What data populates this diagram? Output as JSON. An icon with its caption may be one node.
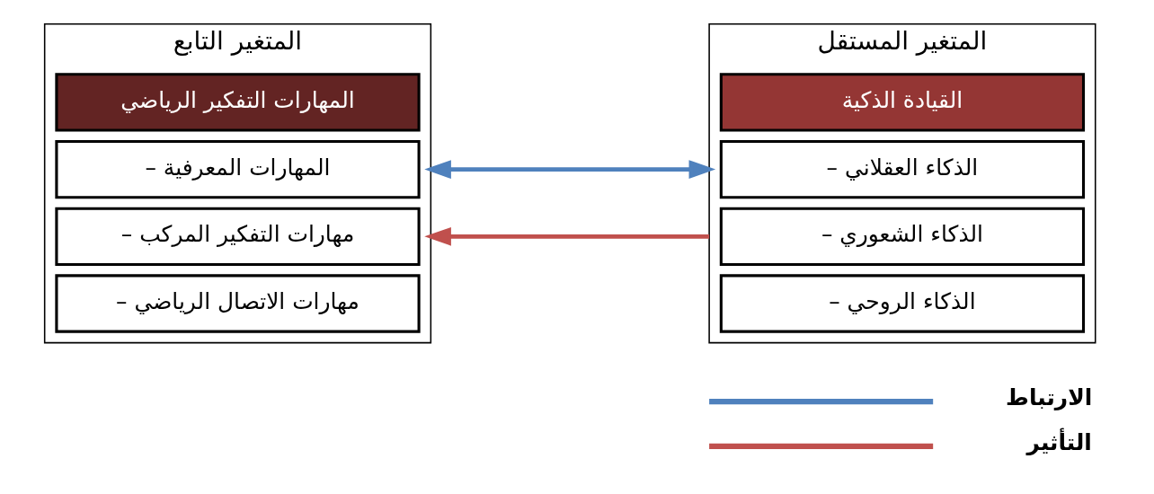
{
  "diagram": {
    "nodes": [
      {
        "text": [
          "المتغير المستقل"
        ]
      },
      {
        "text": [
          "القيادة الذكية"
        ],
        "in": 0
      },
      {
        "text": [
          "– الذكاء العقلاني"
        ],
        "in": 0
      },
      {
        "text": [
          "– الذكاء الشعوري"
        ],
        "in": 0
      },
      {
        "text": [
          "– الذكاء الروحي"
        ],
        "in": 0
      },
      {
        "text": [
          "المتغير التابع"
        ]
      },
      {
        "text": [
          "المهارات التفكير الرياضي"
        ],
        "in": 5
      },
      {
        "text": [
          "– المهارات المعرفية"
        ],
        "in": 5
      },
      {
        "text": [
          "– مهارات التفكير المركب"
        ],
        "in": 5
      },
      {
        "text": [
          "– مهارات الاتصال الرياضي"
        ],
        "in": 5
      }
    ],
    "edges": [
      {
        "from": 0,
        "to": 5,
        "arrow": "both",
        "color": "#4f81bd"
      },
      {
        "from": 0,
        "to": 5,
        "arrow": "to",
        "color": "#c0504d"
      }
    ],
    "legend": [
      {
        "text": "الارتباط"
      },
      {
        "text": "التأثير"
      }
    ]
  }
}
